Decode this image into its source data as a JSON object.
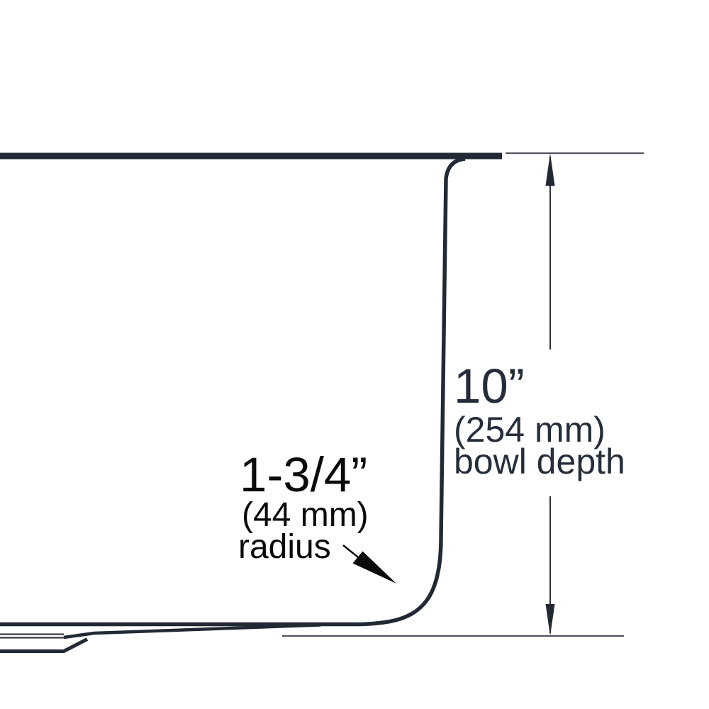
{
  "dimensions": {
    "corner_radius": {
      "value": "1-3/4”",
      "metric": "(44 mm)",
      "caption": "radius"
    },
    "bowl_depth": {
      "value": "10”",
      "metric": "(254 mm)",
      "caption": "bowl depth"
    }
  },
  "colors": {
    "drawing_stroke": "#222935",
    "dimension_line": "#4a4f59",
    "dim_arrow_line": "#2b313c",
    "depth_label_text": "#262d3a",
    "radius_label_text": "#0a0a0a"
  }
}
